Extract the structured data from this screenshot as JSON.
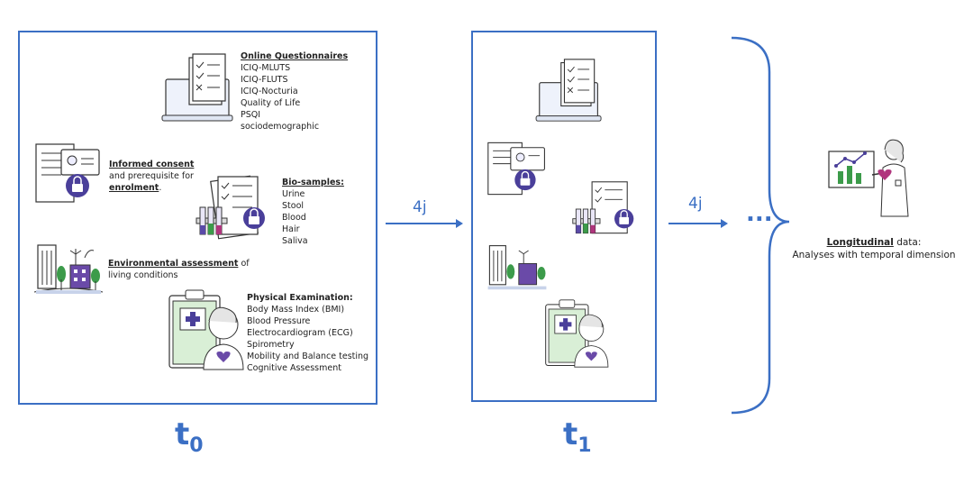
{
  "frame_t0": {
    "label_main": "t",
    "label_sub": "0",
    "questionnaires": {
      "title": "Online Questionnaires",
      "items": [
        "ICIQ-MLUTS",
        "ICIQ-FLUTS",
        "ICIQ-Nocturia",
        "Quality of Life",
        "PSQI",
        "sociodemographic"
      ]
    },
    "consent": {
      "title": "Informed consent",
      "line2": "and prerequisite for",
      "line3_bold": "enrolment",
      "line3_rest": "."
    },
    "biosamples": {
      "title": "Bio-samples:",
      "items": [
        "Urine",
        "Stool",
        "Blood",
        "Hair",
        "Saliva"
      ]
    },
    "environment": {
      "title": "Environmental assessment",
      "title_rest": " of",
      "line2": "living conditions"
    },
    "physical": {
      "title": "Physical Examination:",
      "items": [
        "Body Mass Index (BMI)",
        "Blood Pressure",
        "Electrocardiogram (ECG)",
        "Spirometry",
        "Mobility and Balance testing",
        "Cognitive Assessment"
      ]
    }
  },
  "frame_t1": {
    "label_main": "t",
    "label_sub": "1"
  },
  "arrow1_label": "4j",
  "arrow2_label": "4j",
  "ellipsis": "...",
  "longitudinal": {
    "title": "Longitudinal",
    "title_rest": " data:",
    "line2": "Analyses with temporal dimension"
  },
  "colors": {
    "accent": "#3b6fc4",
    "purple": "#4a3f9a",
    "green": "#3c9b4a"
  }
}
